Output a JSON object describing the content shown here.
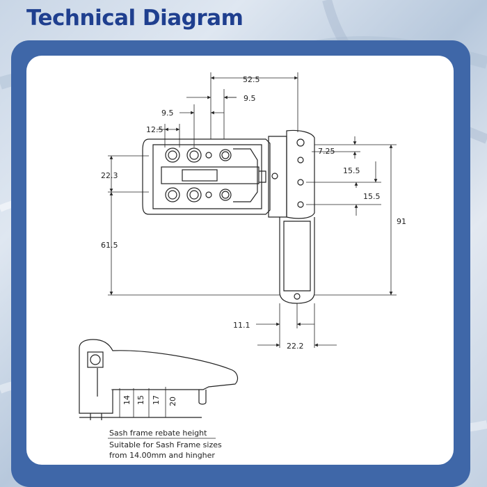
{
  "page": {
    "title": "Technical Diagram"
  },
  "dimensions": {
    "d52_5": "52.5",
    "d9_5_top": "9.5",
    "d9_5_left": "9.5",
    "d12_5": "12.5",
    "d7_25": "7.25",
    "d22_3": "22.3",
    "d15_5_a": "15.5",
    "d15_5_b": "15.5",
    "d91": "91",
    "d61_5": "61.5",
    "d11_1": "11.1",
    "d22_2": "22.2",
    "d14": "14",
    "d15": "15",
    "d17": "17",
    "d20": "20"
  },
  "notes": {
    "line1": "Sash frame rebate height",
    "line2": "Suitable for Sash Frame sizes",
    "line3": "from 14.00mm and hingher"
  },
  "colors": {
    "title": "#1f3f8f",
    "frame": "#3f67a8",
    "panel": "#ffffff",
    "line": "#222222"
  }
}
